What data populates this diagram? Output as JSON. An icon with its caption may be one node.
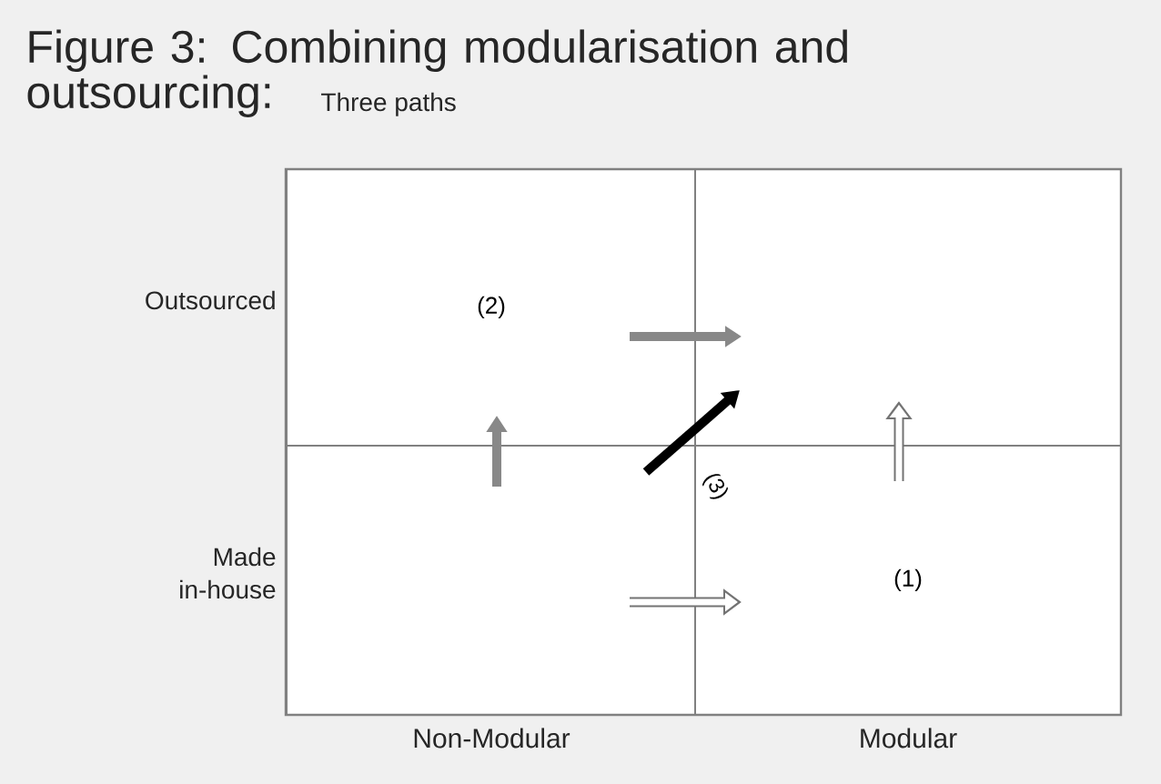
{
  "diagram": {
    "title": "Figure 3: Combining modularisation and outsourcing:",
    "nodes": [
      {
        "text": [
          "(2)"
        ]
      },
      {
        "text": [],
        "shape": "box"
      },
      {
        "text": [],
        "shape": "box"
      },
      {
        "text": [
          "(1)"
        ]
      }
    ],
    "edges": [
      {
        "from": 2,
        "to": 0,
        "arrow": "to",
        "color": "#888888"
      },
      {
        "from": 0,
        "to": 1,
        "arrow": "to",
        "color": "#888888"
      },
      {
        "from": 2,
        "to": 3,
        "arrow": "to",
        "color": "#ffffff"
      },
      {
        "from": 3,
        "to": 1,
        "arrow": "to",
        "color": "#ffffff"
      },
      {
        "from": 2,
        "to": 1,
        "arrow": "to",
        "color": "#000000",
        "label": "(3)"
      }
    ],
    "labels": [
      "Three paths",
      "Outsourced",
      "Made in-house",
      "Non-Modular",
      "Modular"
    ]
  }
}
